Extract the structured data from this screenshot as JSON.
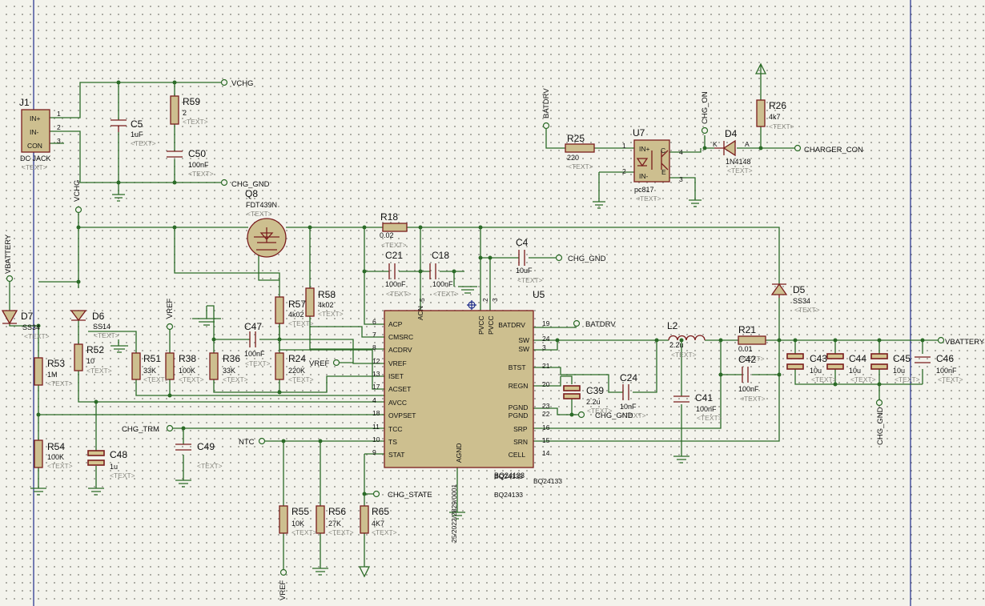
{
  "components": [
    {
      "id": "J1",
      "ref": "J1",
      "value": "DC JACK",
      "text": "<TEXT>"
    },
    {
      "id": "C5",
      "ref": "C5",
      "value": "1uF",
      "text": "<TEXT>"
    },
    {
      "id": "R59",
      "ref": "R59",
      "value": "2",
      "text": "<TEXT>"
    },
    {
      "id": "C50",
      "ref": "C50",
      "value": "100nF",
      "text": "<TEXT>"
    },
    {
      "id": "Q8",
      "ref": "Q8",
      "value": "FDT439N",
      "text": "<TEXT>"
    },
    {
      "id": "R18",
      "ref": "R18",
      "value": "0.02",
      "text": "<TEXT>"
    },
    {
      "id": "C21",
      "ref": "C21",
      "value": "100nF",
      "text": "<TEXT>"
    },
    {
      "id": "C18",
      "ref": "C18",
      "value": "100nF",
      "text": "<TEXT>"
    },
    {
      "id": "C4",
      "ref": "C4",
      "value": "10uF",
      "text": "<TEXT>"
    },
    {
      "id": "U5",
      "ref": "U5",
      "value": "BQ24133",
      "text": ""
    },
    {
      "id": "R57",
      "ref": "R57",
      "value": "4k02",
      "text": "<TEXT>"
    },
    {
      "id": "R58",
      "ref": "R58",
      "value": "4k02",
      "text": "<TEXT>"
    },
    {
      "id": "D7",
      "ref": "D7",
      "value": "SS34",
      "text": "<TEXT>"
    },
    {
      "id": "D6",
      "ref": "D6",
      "value": "SS14",
      "text": "<TEXT>"
    },
    {
      "id": "C47",
      "ref": "C47",
      "value": "100nF",
      "text": "<TEXT>"
    },
    {
      "id": "R53",
      "ref": "R53",
      "value": "1M",
      "text": "<TEXT>"
    },
    {
      "id": "R52",
      "ref": "R52",
      "value": "10",
      "text": "<TEXT>"
    },
    {
      "id": "R51",
      "ref": "R51",
      "value": "33K",
      "text": "<TEXT>"
    },
    {
      "id": "R38",
      "ref": "R38",
      "value": "100K",
      "text": "<TEXT>"
    },
    {
      "id": "R36",
      "ref": "R36",
      "value": "33K",
      "text": "<TEXT>"
    },
    {
      "id": "R24",
      "ref": "R24",
      "value": "220K",
      "text": "<TEXT>"
    },
    {
      "id": "R54",
      "ref": "R54",
      "value": "100K",
      "text": "<TEXT>"
    },
    {
      "id": "C48",
      "ref": "C48",
      "value": "1u",
      "text": "<TEXT>"
    },
    {
      "id": "C49",
      "ref": "C49",
      "value": "",
      "text": "<TEXT>"
    },
    {
      "id": "R55",
      "ref": "R55",
      "value": "10K",
      "text": "<TEXT>"
    },
    {
      "id": "R56",
      "ref": "R56",
      "value": "27K",
      "text": "<TEXT>"
    },
    {
      "id": "R65",
      "ref": "R65",
      "value": "4K7",
      "text": "<TEXT>"
    },
    {
      "id": "R25",
      "ref": "R25",
      "value": "220",
      "text": "<TEXT>"
    },
    {
      "id": "U7",
      "ref": "U7",
      "value": "pc817",
      "text": "<TEXT>"
    },
    {
      "id": "D4",
      "ref": "D4",
      "value": "1N4148",
      "text": "<TEXT>"
    },
    {
      "id": "R26",
      "ref": "R26",
      "value": "4k7",
      "text": "<TEXT>"
    },
    {
      "id": "D5",
      "ref": "D5",
      "value": "SS34",
      "text": "<TEXT>"
    },
    {
      "id": "L2",
      "ref": "L2",
      "value": "2.2u",
      "text": "<TEXT>"
    },
    {
      "id": "R21",
      "ref": "R21",
      "value": "0.01",
      "text": "<TEXT>"
    },
    {
      "id": "C42",
      "ref": "C42",
      "value": "100nF",
      "text": "<TEXT>"
    },
    {
      "id": "C41",
      "ref": "C41",
      "value": "100nF",
      "text": "<TEXT>"
    },
    {
      "id": "C24",
      "ref": "C24",
      "value": "10nF",
      "text": "<TEXT>"
    },
    {
      "id": "C39",
      "ref": "C39",
      "value": "2.2u",
      "text": "<TEXT>"
    },
    {
      "id": "C43",
      "ref": "C43",
      "value": "10u",
      "text": "<TEXT>"
    },
    {
      "id": "C44",
      "ref": "C44",
      "value": "10u",
      "text": "<TEXT>"
    },
    {
      "id": "C45",
      "ref": "C45",
      "value": "10u",
      "text": "<TEXT>"
    },
    {
      "id": "C46",
      "ref": "C46",
      "value": "100nF",
      "text": "<TEXT>"
    }
  ],
  "net_labels": [
    "VCHG",
    "CHG_GND",
    "VCHG",
    "VBATTERY",
    "VREF",
    "VREF",
    "CHG_GND",
    "BATDRV",
    "VBATTERY",
    "CHG_GND",
    "CHG_GND",
    "CHG_TRM",
    "NTC",
    "CHG_STATE",
    "VREF",
    "BATDRV",
    "CHG_ON",
    "CHARGER_CON"
  ],
  "j1_pins": [
    "IN+",
    "IN-",
    "CON"
  ],
  "u5_left_pins": [
    {
      "num": "6",
      "name": "ACP"
    },
    {
      "num": "7",
      "name": "CMSRC"
    },
    {
      "num": "8",
      "name": "ACDRV"
    },
    {
      "num": "12",
      "name": "VREF"
    },
    {
      "num": "13",
      "name": "ISET"
    },
    {
      "num": "17",
      "name": "ACSET"
    },
    {
      "num": "4",
      "name": "AVCC"
    },
    {
      "num": "18",
      "name": "OVPSET"
    },
    {
      "num": "11",
      "name": "TCC"
    },
    {
      "num": "10",
      "name": "TS"
    },
    {
      "num": "9",
      "name": "STAT"
    }
  ],
  "u5_right_pins": [
    {
      "num": "19",
      "name": "BATDRV"
    },
    {
      "num": "24",
      "name": "SW"
    },
    {
      "num": "3",
      "name": "SW"
    },
    {
      "num": "21",
      "name": "BTST"
    },
    {
      "num": "20",
      "name": "REGN"
    },
    {
      "num": "23",
      "name": "PGND"
    },
    {
      "num": "22",
      "name": "PGND"
    },
    {
      "num": "16",
      "name": "SRP"
    },
    {
      "num": "15",
      "name": "SRN"
    },
    {
      "num": "14",
      "name": "CELL"
    }
  ],
  "u5_top_pins": [
    {
      "num": "5",
      "name": "ACN"
    },
    {
      "num": "2",
      "name": "PVCC"
    },
    {
      "num": "3",
      "name": "PVCC"
    }
  ],
  "u5_bottom_pin": {
    "name": "AGND"
  },
  "u5_labels": [
    "BQ24133",
    "BQ24133",
    "BQ24133"
  ],
  "u7_pins": [
    {
      "num": "1",
      "name": "IN+"
    },
    {
      "num": "2",
      "name": "IN-"
    },
    {
      "num": "4",
      "name": "C"
    },
    {
      "num": "3",
      "name": "E"
    }
  ],
  "misc_pin_numbers": [
    "1",
    "2",
    "3",
    "1",
    "2",
    "K",
    "A"
  ],
  "date_stamp": "25/2022/2829/0001"
}
